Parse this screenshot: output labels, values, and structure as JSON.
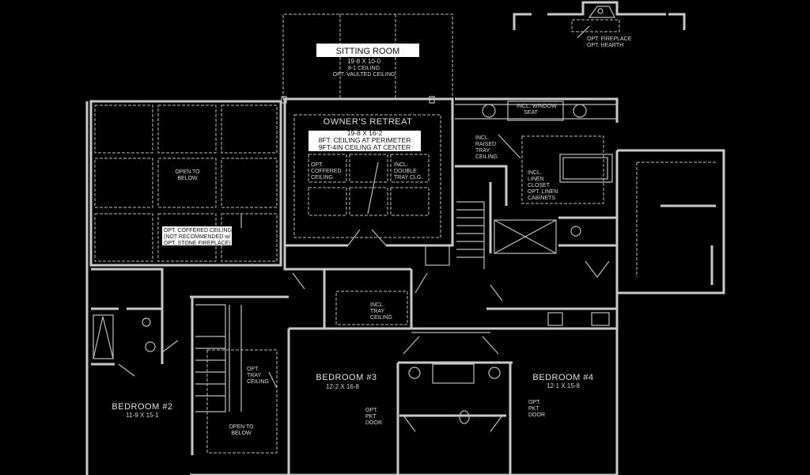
{
  "rooms": {
    "sitting_room": {
      "name": "SITTING ROOM",
      "dims": "19-8 X 10-0",
      "note1": "8-1 CEILING",
      "note2": "OPT. VAULTED CEILING"
    },
    "owners_retreat": {
      "name": "OWNER'S RETREAT",
      "dims": "19-8 X 16-2",
      "note1": "8FT. CEILING AT PERIMETER",
      "note2": "9FT-4IN CEILING AT CENTER"
    },
    "bedroom2": {
      "name": "BEDROOM #2",
      "dims": "11-9 X 15-1"
    },
    "bedroom3": {
      "name": "BEDROOM #3",
      "dims": "12-2 X 16-8"
    },
    "bedroom4": {
      "name": "BEDROOM #4",
      "dims": "12-1 X 15-8"
    }
  },
  "notes": {
    "fireplace": [
      "OPT. FIREPLACE",
      "OPT. HEARTH"
    ],
    "window_seat": [
      "INCL. WINDOW",
      "SEAT"
    ],
    "raised_tray": [
      "INCL.",
      "RAISED",
      "TRAY",
      "CEILING"
    ],
    "linen": [
      "INCL.",
      "LINEN",
      "CLOSET",
      "OPT. LINEN",
      "CABINETS"
    ],
    "open_below_top": [
      "OPEN TO",
      "BELOW"
    ],
    "coffered_ceiling": [
      "OPT. COFFERED CEILING",
      "(NOT RECOMMENDED w/",
      "OPT. STONE FIREPLACE)"
    ],
    "opt_coffered": [
      "OPT.",
      "COFFERED",
      "CEILING"
    ],
    "double_tray": [
      "INCL.",
      "DOUBLE",
      "TRAY CLG."
    ],
    "hall_tray": [
      "INCL.",
      "TRAY",
      "CEILING"
    ],
    "opt_tray": [
      "OPT.",
      "TRAY",
      "CEILING"
    ],
    "open_below_stair": [
      "OPEN TO",
      "BELOW"
    ],
    "pkt_door_3": [
      "OPT.",
      "PKT",
      "DOOR"
    ],
    "pkt_door_4": [
      "OPT.",
      "PKT",
      "DOOR"
    ]
  },
  "colors": {
    "background": "#000000",
    "lines": "#c8c8c8",
    "label_box": "#ffffff"
  }
}
